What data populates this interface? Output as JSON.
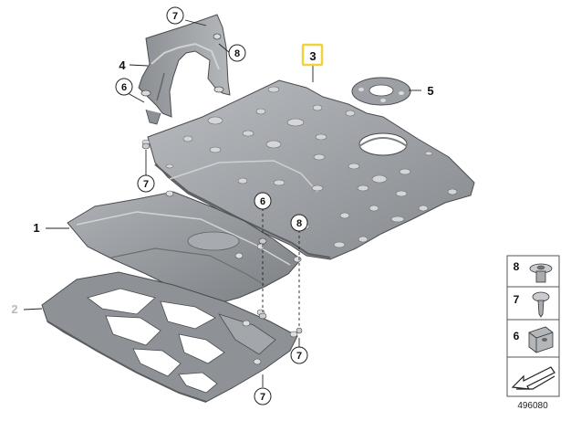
{
  "diagram": {
    "part_labels": {
      "p1": "1",
      "p2": "2",
      "p3": "3",
      "p4": "4",
      "p5": "5"
    },
    "fastener_labels": {
      "c7a": "7",
      "c8a": "8",
      "c6a": "6",
      "c7b": "7",
      "c6b": "6",
      "c8b": "8",
      "c7c": "7",
      "c7d": "7"
    },
    "legend": {
      "items": [
        {
          "number": "8",
          "icon": "expanding-nut-icon"
        },
        {
          "number": "7",
          "icon": "screw-icon"
        },
        {
          "number": "6",
          "icon": "clip-nut-icon"
        }
      ],
      "arrow_icon": "view-direction-arrow-icon"
    },
    "diagram_id": "496080",
    "colors": {
      "part_fill": "#9b9ea2",
      "part_dark": "#6d7074",
      "part_light": "#c4c7ca",
      "highlight_box": "#f2d23c",
      "faded_label": "#b9b9b9"
    }
  }
}
